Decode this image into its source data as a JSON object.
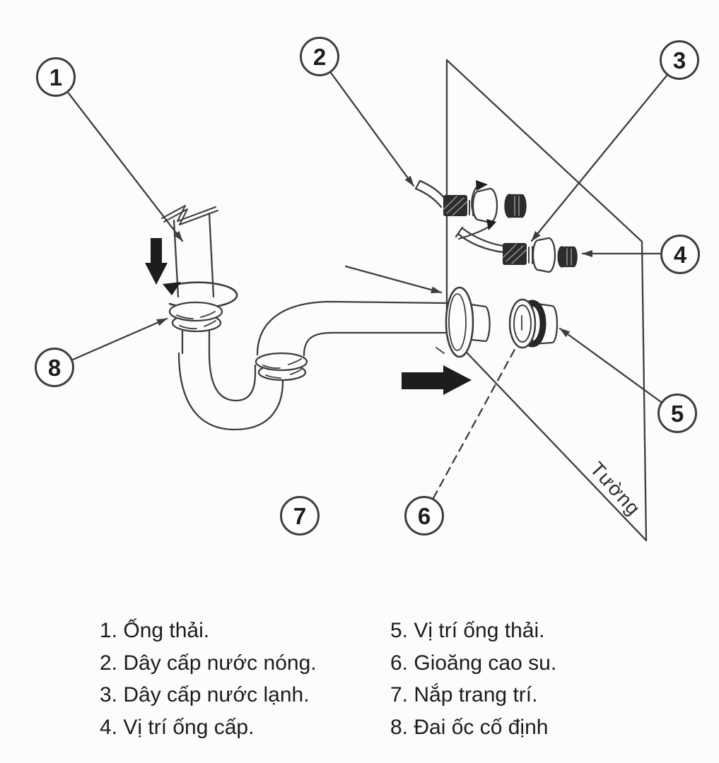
{
  "diagram": {
    "wall_label": "Tường",
    "callouts": [
      {
        "number": "1"
      },
      {
        "number": "2"
      },
      {
        "number": "3"
      },
      {
        "number": "4"
      },
      {
        "number": "5"
      },
      {
        "number": "6"
      },
      {
        "number": "7"
      },
      {
        "number": "8"
      }
    ]
  },
  "legend": {
    "left": [
      "1. Ống thải.",
      "2. Dây cấp nước nóng.",
      "3. Dây cấp nước lạnh.",
      "4. Vị trí ống cấp."
    ],
    "right": [
      "5. Vị trí ống thải.",
      "6. Gioăng cao su.",
      "7. Nắp trang trí.",
      "8. Đai ốc cố định"
    ]
  },
  "colors": {
    "line": "#3d3d3d",
    "dark_fill": "#1d1d1d",
    "background": "#fcfcfc",
    "text": "#1c1c1c"
  }
}
